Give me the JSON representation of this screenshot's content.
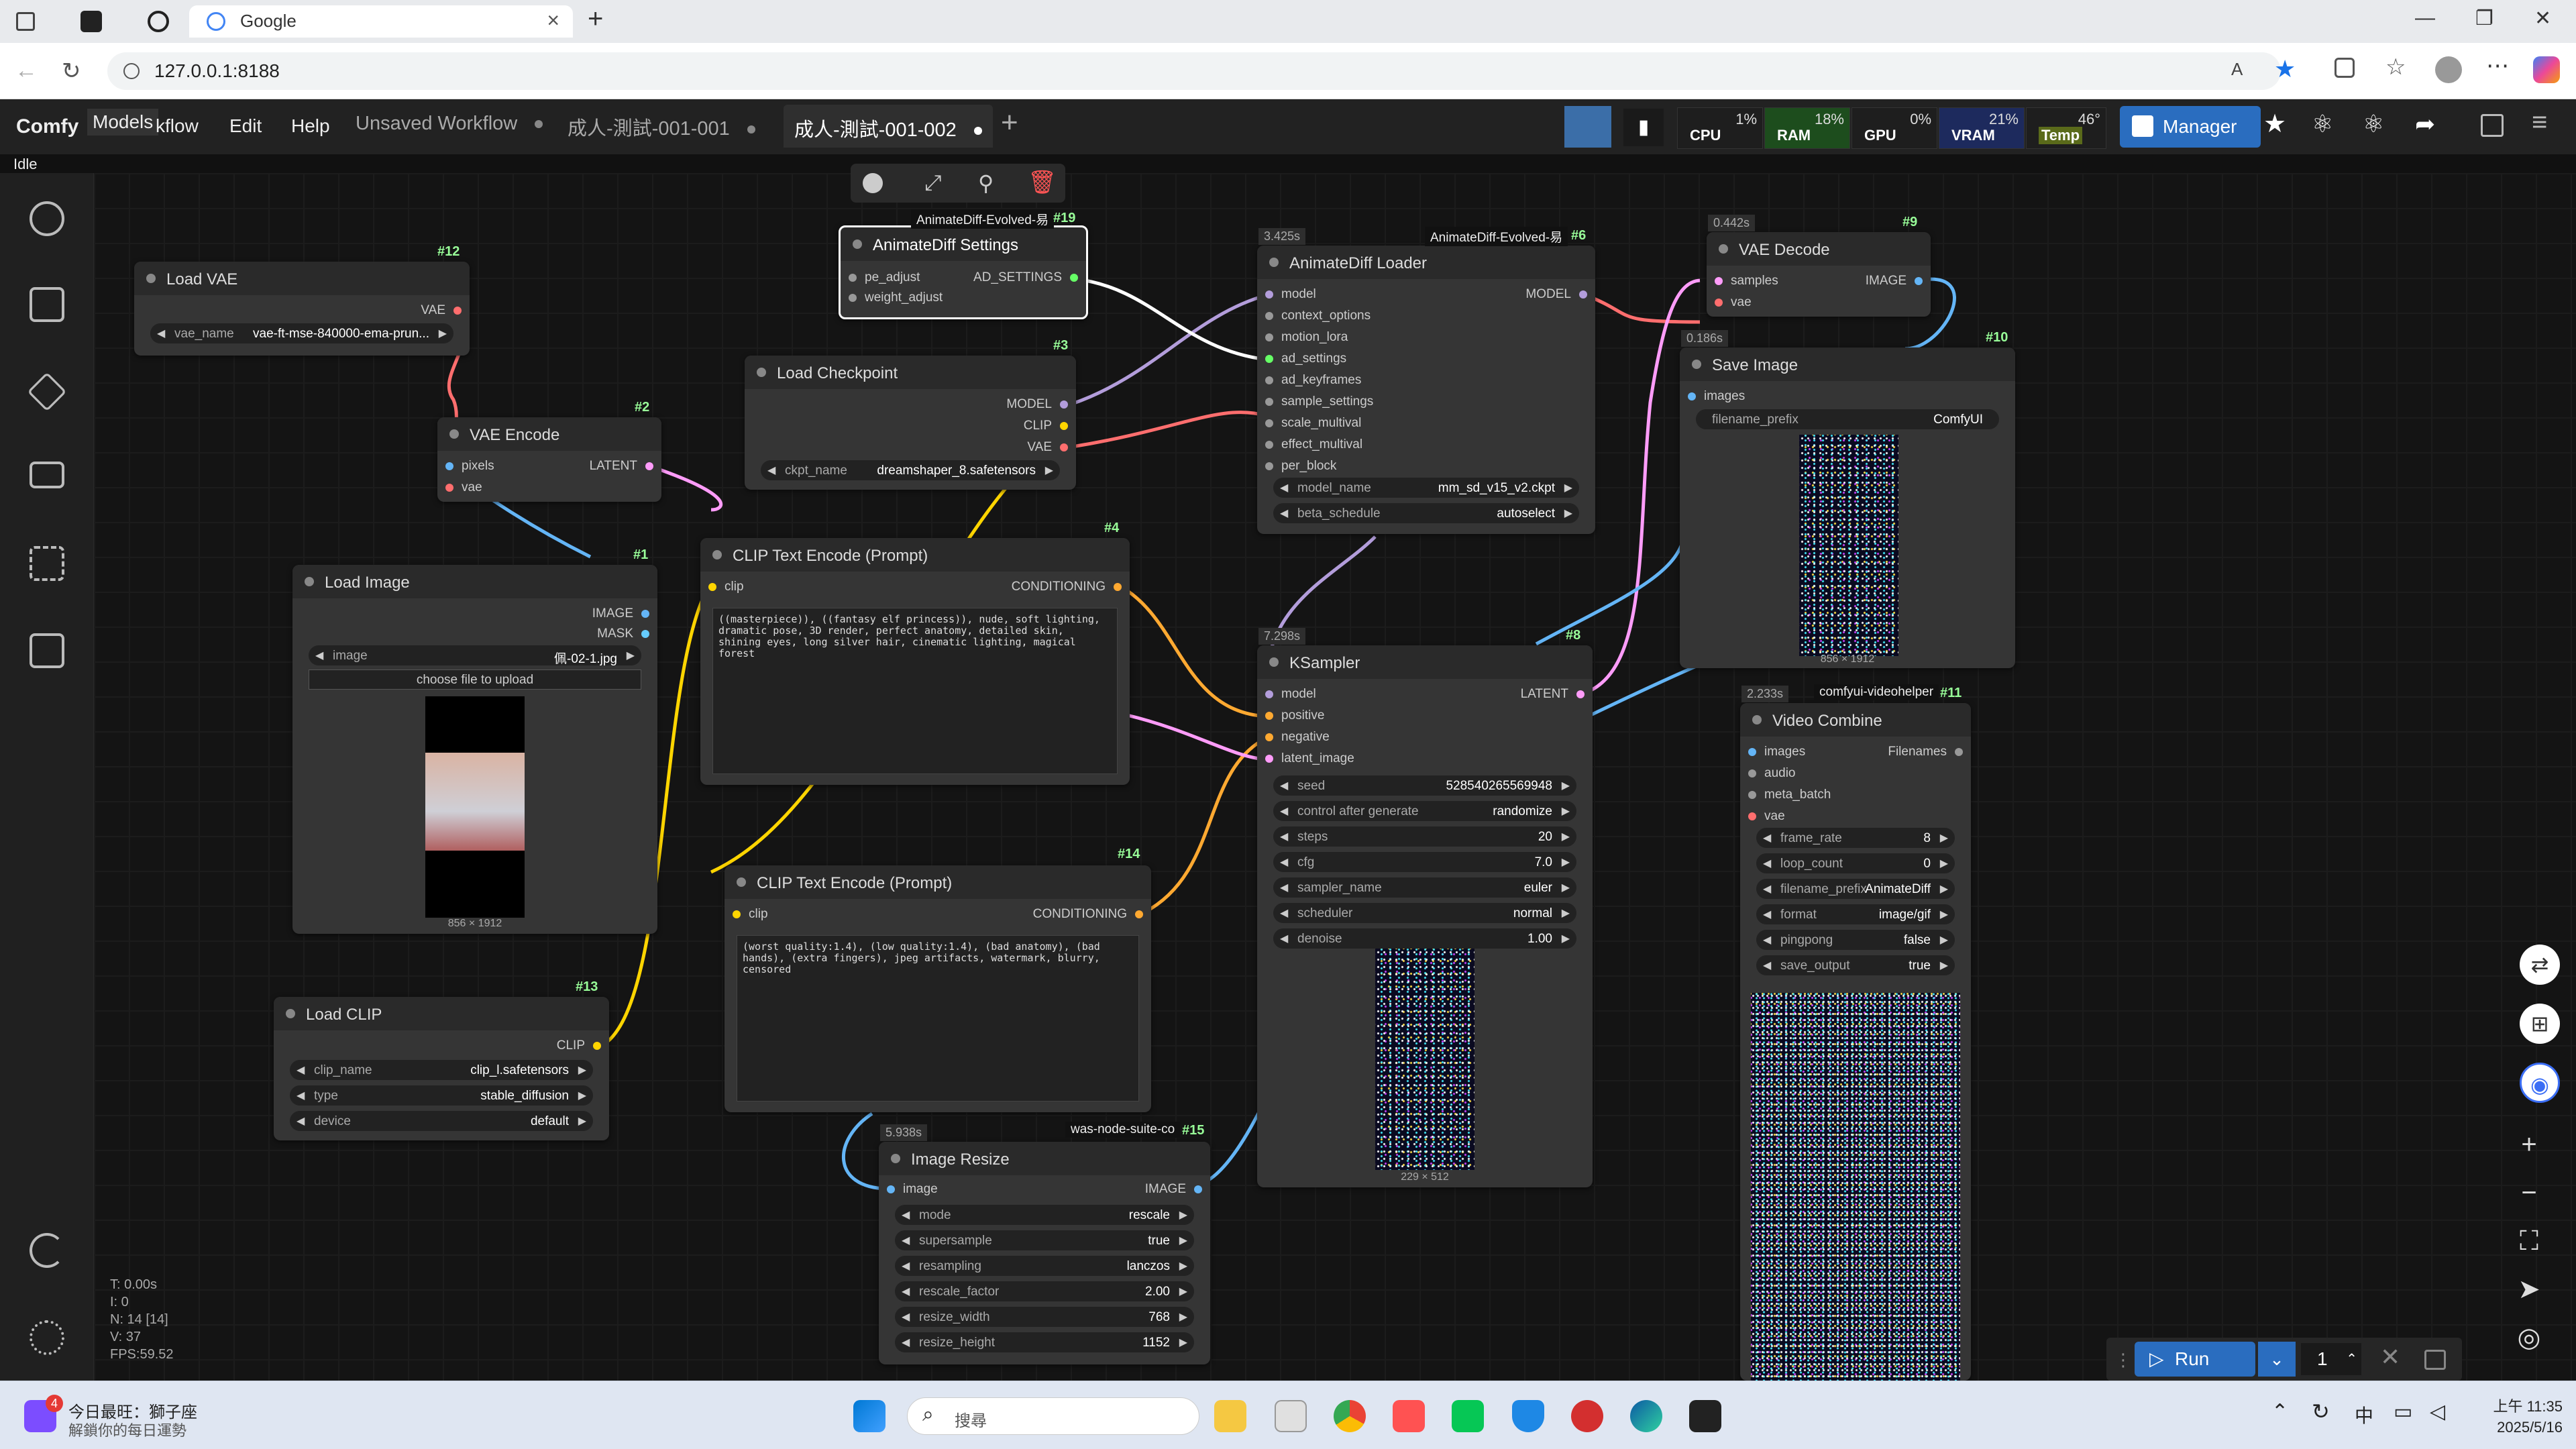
{
  "browser": {
    "tab_title": "Google",
    "url": "127.0.0.1:8188"
  },
  "menu": {
    "logo": "Comfy",
    "models": "Models",
    "workflow": "kflow",
    "edit": "Edit",
    "help": "Help"
  },
  "tabs": [
    "Unsaved Workflow",
    "成人-測試-001-001",
    "成人-測試-001-002"
  ],
  "stats": [
    {
      "name": "CPU",
      "value": "1%",
      "color": "#1e1e1e"
    },
    {
      "name": "RAM",
      "value": "18%",
      "color": "#1d4d1d"
    },
    {
      "name": "GPU",
      "value": "0%",
      "color": "#1e1e1e"
    },
    {
      "name": "VRAM",
      "value": "21%",
      "color": "#1d2a5d"
    },
    {
      "name": "Temp",
      "value": "46°",
      "color": "#5a6a1a"
    }
  ],
  "manager": "Manager",
  "status": "Idle",
  "nodes": {
    "load_vae": {
      "id": "#12",
      "title": "Load VAE",
      "out": "VAE",
      "w_label": "vae_name",
      "w_value": "vae-ft-mse-840000-ema-prun..."
    },
    "vae_encode": {
      "id": "#2",
      "title": "VAE Encode",
      "in": [
        "pixels",
        "vae"
      ],
      "out": "LATENT"
    },
    "load_ckpt": {
      "id": "#3",
      "title": "Load Checkpoint",
      "outs": [
        "MODEL",
        "CLIP",
        "VAE"
      ],
      "w_label": "ckpt_name",
      "w_value": "dreamshaper_8.safetensors"
    },
    "ad_settings": {
      "id": "#19",
      "tag": "AnimateDiff-Evolved-易",
      "title": "AnimateDiff Settings",
      "in": [
        "pe_adjust",
        "weight_adjust"
      ],
      "out": "AD_SETTINGS"
    },
    "ad_loader": {
      "id": "#6",
      "tag": "AnimateDiff-Evolved-易",
      "time": "3.425s",
      "title": "AnimateDiff Loader",
      "in": [
        "model",
        "context_options",
        "motion_lora",
        "ad_settings",
        "ad_keyframes",
        "sample_settings",
        "scale_multival",
        "effect_multival",
        "per_block"
      ],
      "out": "MODEL",
      "widgets": [
        {
          "l": "model_name",
          "v": "mm_sd_v15_v2.ckpt"
        },
        {
          "l": "beta_schedule",
          "v": "autoselect"
        }
      ]
    },
    "vae_decode": {
      "id": "#9",
      "time": "0.442s",
      "title": "VAE Decode",
      "in": [
        "samples",
        "vae"
      ],
      "out": "IMAGE"
    },
    "save_image": {
      "id": "#10",
      "time": "0.186s",
      "title": "Save Image",
      "in": "images",
      "w_label": "filename_prefix",
      "w_value": "ComfyUI",
      "caption": "856 × 1912"
    },
    "load_image": {
      "id": "#1",
      "title": "Load Image",
      "outs": [
        "IMAGE",
        "MASK"
      ],
      "w_label": "image",
      "w_value": "佩-02-1.jpg",
      "upload": "choose file to upload",
      "caption": "856 × 1912"
    },
    "clip_pos": {
      "id": "#4",
      "title": "CLIP Text Encode (Prompt)",
      "in": "clip",
      "out": "CONDITIONING",
      "text": "((masterpiece)), ((fantasy elf princess)), nude, soft lighting, dramatic pose, 3D render, perfect anatomy, detailed skin, shining eyes, long silver hair, cinematic lighting, magical forest"
    },
    "clip_neg": {
      "id": "#14",
      "title": "CLIP Text Encode (Prompt)",
      "in": "clip",
      "out": "CONDITIONING",
      "text": "(worst quality:1.4), (low quality:1.4), (bad anatomy), (bad hands), (extra fingers), jpeg artifacts, watermark, blurry, censored"
    },
    "ksampler": {
      "id": "#8",
      "time": "7.298s",
      "title": "KSampler",
      "in": [
        "model",
        "positive",
        "negative",
        "latent_image"
      ],
      "out": "LATENT",
      "widgets": [
        {
          "l": "seed",
          "v": "528540265569948"
        },
        {
          "l": "control after generate",
          "v": "randomize"
        },
        {
          "l": "steps",
          "v": "20"
        },
        {
          "l": "cfg",
          "v": "7.0"
        },
        {
          "l": "sampler_name",
          "v": "euler"
        },
        {
          "l": "scheduler",
          "v": "normal"
        },
        {
          "l": "denoise",
          "v": "1.00"
        }
      ],
      "caption": "229 × 512"
    },
    "load_clip": {
      "id": "#13",
      "title": "Load CLIP",
      "out": "CLIP",
      "widgets": [
        {
          "l": "clip_name",
          "v": "clip_l.safetensors"
        },
        {
          "l": "type",
          "v": "stable_diffusion"
        },
        {
          "l": "device",
          "v": "default"
        }
      ]
    },
    "image_resize": {
      "id": "#15",
      "tag": "was-node-suite-co",
      "time": "5.938s",
      "title": "Image Resize",
      "in": "image",
      "out": "IMAGE",
      "widgets": [
        {
          "l": "mode",
          "v": "rescale"
        },
        {
          "l": "supersample",
          "v": "true"
        },
        {
          "l": "resampling",
          "v": "lanczos"
        },
        {
          "l": "rescale_factor",
          "v": "2.00"
        },
        {
          "l": "resize_width",
          "v": "768"
        },
        {
          "l": "resize_height",
          "v": "1152"
        }
      ]
    },
    "video_combine": {
      "id": "#11",
      "tag": "comfyui-videohelper",
      "time": "2.233s",
      "title": "Video Combine",
      "in": [
        "images",
        "audio",
        "meta_batch",
        "vae"
      ],
      "out": "Filenames",
      "widgets": [
        {
          "l": "frame_rate",
          "v": "8"
        },
        {
          "l": "loop_count",
          "v": "0"
        },
        {
          "l": "filename_prefix",
          "v": "AnimateDiff"
        },
        {
          "l": "format",
          "v": "image/gif"
        },
        {
          "l": "pingpong",
          "v": "false"
        },
        {
          "l": "save_output",
          "v": "true"
        }
      ]
    }
  },
  "debug": [
    "T: 0.00s",
    "I: 0",
    "N: 14 [14]",
    "V: 37",
    "FPS:59.52"
  ],
  "run": {
    "label": "Run",
    "count": "1"
  },
  "taskbar": {
    "news_title": "今日最旺：獅子座",
    "news_sub": "解鎖你的每日運勢",
    "badge": "4",
    "search": "搜尋",
    "ime": "中",
    "time": "上午 11:35",
    "date": "2025/5/16"
  },
  "colors": {
    "model": "#b39ddb",
    "clip": "#ffd500",
    "vae": "#ff6e6e",
    "latent": "#ff9cf9",
    "image": "#64b5f6",
    "cond": "#ffa931",
    "ad": "#ffffff"
  }
}
